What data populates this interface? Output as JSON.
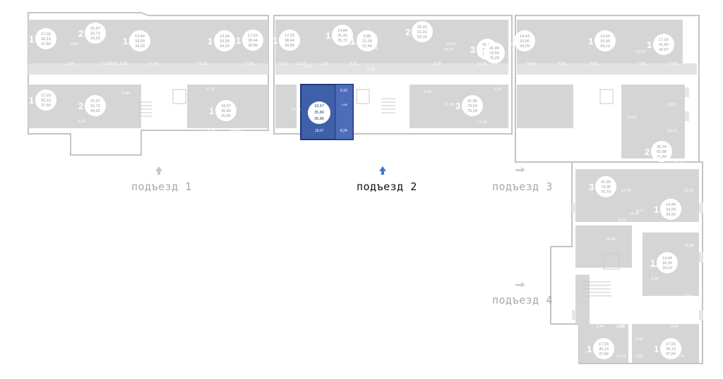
{
  "entrances": {
    "e1": "подъезд 1",
    "e2": "подъезд 2",
    "e3": "подъезд 3",
    "e4": "подъезд 4"
  },
  "colors": {
    "bg": "#ffffff",
    "unit_fill": "#d5d5d5",
    "wall": "#c4c4c4",
    "circle": "#ffffff",
    "number": "#ffffff",
    "highlight": "#3f5fa8",
    "highlight_edge": "#1f3a7a",
    "active_arrow": "#3d7ad0"
  },
  "selected": {
    "rooms": "1",
    "living": "18,57",
    "total": "35,86",
    "total2": "35,86",
    "room_area": "18,57",
    "kitchen": "6,10",
    "bath": "8,24",
    "wc": "3,85"
  },
  "units": [
    {
      "id": "a1",
      "rooms": "1",
      "l1": "17,03",
      "l2": "36,13",
      "l3": "37,84"
    },
    {
      "id": "a2",
      "rooms": "2",
      "l1": "20,97",
      "l2": "32,72",
      "l3": "34,01"
    },
    {
      "id": "a3",
      "rooms": "1",
      "l1": "14,44",
      "l2": "33,00",
      "l3": "34,29"
    },
    {
      "id": "a4",
      "rooms": "1",
      "l1": "14,44",
      "l2": "33,00",
      "l3": "34,29"
    },
    {
      "id": "a5",
      "rooms": "1",
      "l1": "17,03",
      "l2": "38,44",
      "l3": "39,89"
    },
    {
      "id": "a6",
      "rooms": "1",
      "l1": "17,03",
      "l2": "36,13",
      "l3": "37,84"
    },
    {
      "id": "a7",
      "rooms": "2",
      "l1": "20,97",
      "l2": "32,72",
      "l3": "34,01"
    },
    {
      "id": "a8",
      "rooms": "1",
      "l1": "18,57",
      "l2": "35,86",
      "l3": "35,86"
    },
    {
      "id": "b1",
      "rooms": "1",
      "l1": "17,03",
      "l2": "38,44",
      "l3": "39,89"
    },
    {
      "id": "b2",
      "rooms": "1",
      "l1": "14,84",
      "l2": "25,43",
      "l3": "26,72"
    },
    {
      "id": "b3",
      "rooms": "1",
      "l1": "9,86",
      "l2": "21,05",
      "l3": "22,44"
    },
    {
      "id": "b4",
      "rooms": "2",
      "l1": "26,41",
      "l2": "51,01",
      "l3": "52,33"
    },
    {
      "id": "b5",
      "rooms": "3",
      "l1": "41,86",
      "l2": "73,54",
      "l3": "76,28"
    },
    {
      "id": "c1",
      "rooms": "3",
      "l1": "41,86",
      "l2": "73,54",
      "l3": "76,28"
    },
    {
      "id": "c2",
      "rooms": "1",
      "l1": "14,44",
      "l2": "33,00",
      "l3": "34,29"
    },
    {
      "id": "c3",
      "rooms": "1",
      "l1": "14,44",
      "l2": "33,00",
      "l3": "34,29"
    },
    {
      "id": "c4",
      "rooms": "1",
      "l1": "17,03",
      "l2": "41,80",
      "l3": "43,57"
    },
    {
      "id": "c5",
      "rooms": "3",
      "l1": "41,86",
      "l2": "73,54",
      "l3": "76,28"
    },
    {
      "id": "c6",
      "rooms": "2",
      "l1": "36,34",
      "l2": "65,88",
      "l3": "71,46"
    },
    {
      "id": "d1",
      "rooms": "3",
      "l1": "41,86",
      "l2": "73,05",
      "l3": "75,79"
    },
    {
      "id": "d2",
      "rooms": "1",
      "l1": "14,44",
      "l2": "33,00",
      "l3": "34,29"
    },
    {
      "id": "d3",
      "rooms": "1",
      "l1": "14,44",
      "l2": "33,00",
      "l3": "34,29"
    },
    {
      "id": "d4",
      "rooms": "1",
      "l1": "17,03",
      "l2": "36,13",
      "l3": "37,84"
    },
    {
      "id": "d5",
      "rooms": "1",
      "l1": "17,03",
      "l2": "36,13",
      "l3": "37,84"
    }
  ],
  "labels": [
    "9,40",
    "3,58",
    "11,92",
    "9,05",
    "3,65",
    "5,00",
    "14,44",
    "11,92",
    "17,03",
    "3,02",
    "3,58",
    "5,00",
    "6,10",
    "18,57",
    "13,15",
    "4,78",
    "2,60",
    "17,03",
    "11,92",
    "9,40",
    "8,26",
    "18,57",
    "3,11",
    "5,00",
    "9,86",
    "14,84",
    "4,78",
    "12,67",
    "13,74",
    "3,11",
    "13,38",
    "6,77",
    "5,23",
    "11,45",
    "14,65",
    "17,03",
    "12,90",
    "1,95",
    "17,03",
    "5,28",
    "15,21",
    "15,21",
    "13,63",
    "21,15",
    "17,03",
    "13,38",
    "6,77",
    "14,44",
    "5,23",
    "3,65",
    "14,08",
    "11,92",
    "3,65",
    "14,44",
    "11,92",
    "3,58",
    "9,40",
    "9,40",
    "3,58",
    "3,02",
    "17,03",
    "3,02",
    "17,03",
    "14,84",
    "3,65",
    "14,44",
    "3,65",
    "11,92"
  ]
}
